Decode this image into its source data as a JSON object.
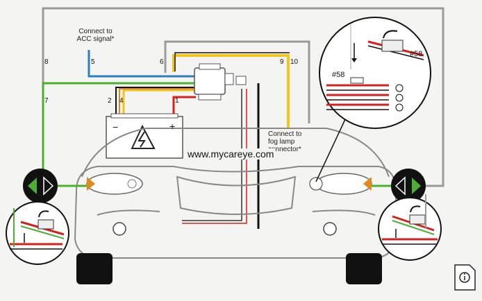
{
  "labels": {
    "acc_signal": "Connect to\nACC signal*",
    "fog_lamp": "Connect to\nfog lamp\nconnector*",
    "website": "www.mycareye.com",
    "pin58_top": "#58",
    "pin58_side": "#58"
  },
  "wire_numbers": {
    "w1": "1",
    "w2": "2",
    "w4": "4",
    "w5": "5",
    "w6": "6",
    "w7": "7",
    "w8": "8",
    "w9": "9",
    "w10": "10"
  },
  "battery": {
    "minus": "−",
    "plus": "+"
  },
  "colors": {
    "grey_wire": "#9a9a9a",
    "blue_wire": "#2a7fc1",
    "green_wire": "#4caf32",
    "red_wire": "#d6201f",
    "yellow_wire": "#f2c51c",
    "black_wire": "#111111",
    "orange_wire": "#e08a1e"
  }
}
